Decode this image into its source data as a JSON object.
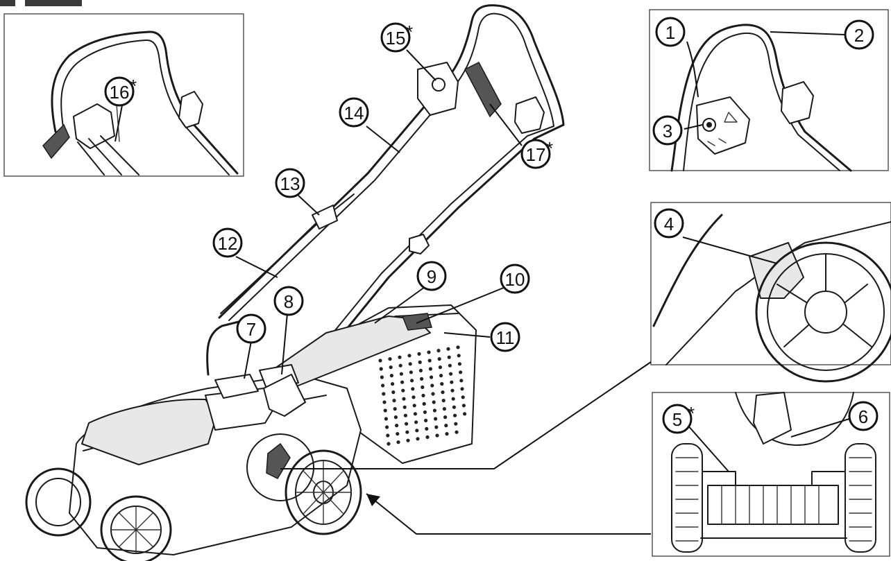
{
  "callouts": [
    {
      "id": "1",
      "label": "1",
      "asterisk": ""
    },
    {
      "id": "2",
      "label": "2",
      "asterisk": ""
    },
    {
      "id": "3",
      "label": "3",
      "asterisk": ""
    },
    {
      "id": "4",
      "label": "4",
      "asterisk": ""
    },
    {
      "id": "5",
      "label": "5",
      "asterisk": "*"
    },
    {
      "id": "6",
      "label": "6",
      "asterisk": ""
    },
    {
      "id": "7",
      "label": "7",
      "asterisk": ""
    },
    {
      "id": "8",
      "label": "8",
      "asterisk": ""
    },
    {
      "id": "9",
      "label": "9",
      "asterisk": ""
    },
    {
      "id": "10",
      "label": "10",
      "asterisk": ""
    },
    {
      "id": "11",
      "label": "11",
      "asterisk": ""
    },
    {
      "id": "12",
      "label": "12",
      "asterisk": ""
    },
    {
      "id": "13",
      "label": "13",
      "asterisk": ""
    },
    {
      "id": "14",
      "label": "14",
      "asterisk": ""
    },
    {
      "id": "15",
      "label": "15",
      "asterisk": "*"
    },
    {
      "id": "16",
      "label": "16",
      "asterisk": "*"
    },
    {
      "id": "17",
      "label": "17",
      "asterisk": "*"
    }
  ],
  "colors": {
    "ink": "#1a1a1a",
    "paper": "#ffffff",
    "tab": "#3a3a3a"
  }
}
